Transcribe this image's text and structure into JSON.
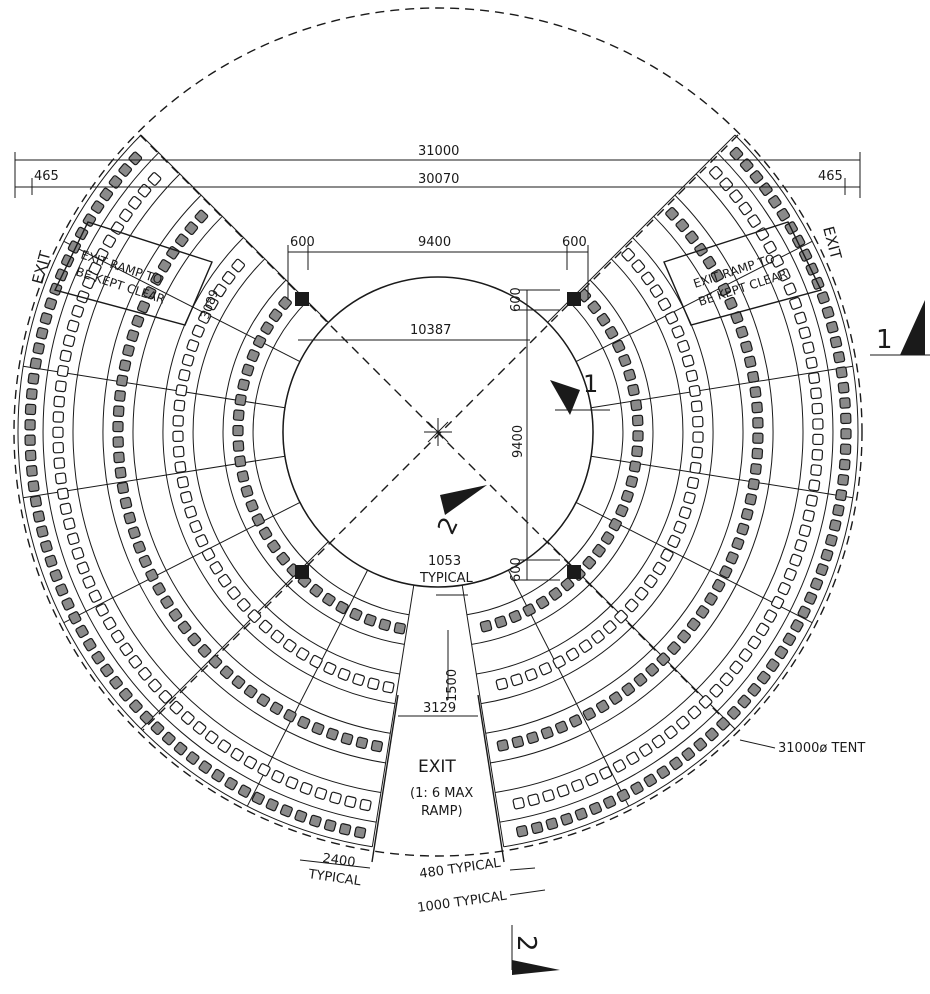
{
  "dimensions": {
    "overall_width": "31000",
    "inner_width": "30070",
    "left_offset": "465",
    "right_offset": "465",
    "post_left": "600",
    "post_span": "9400",
    "post_right": "600",
    "inner_diameter": "10387",
    "post_top_v": "600",
    "vertical_span": "9400",
    "post_bottom_v": "600",
    "ramp_width": "3089",
    "seat_spacing": "1053",
    "seat_spacing_note": "TYPICAL",
    "row_depth": "1500",
    "exit_width": "3129",
    "block_width": "2400",
    "block_width_note": "TYPICAL",
    "seat_width": "480 TYPICAL",
    "row_spacing": "1000 TYPICAL"
  },
  "labels": {
    "exit_left": "EXIT",
    "exit_right": "EXIT",
    "ramp_left_1": "EXIT RAMP TO",
    "ramp_left_2": "BE KEPT CLEAR",
    "ramp_right_1": "EXIT RAMP TO",
    "ramp_right_2": "BE KEPT CLEAR",
    "exit_bottom": "EXIT",
    "exit_bottom_note_1": "(1: 6 MAX",
    "exit_bottom_note_2": "RAMP)",
    "tent": "31000ø TENT"
  },
  "section_markers": {
    "marker_1": "1",
    "marker_2": "2"
  }
}
